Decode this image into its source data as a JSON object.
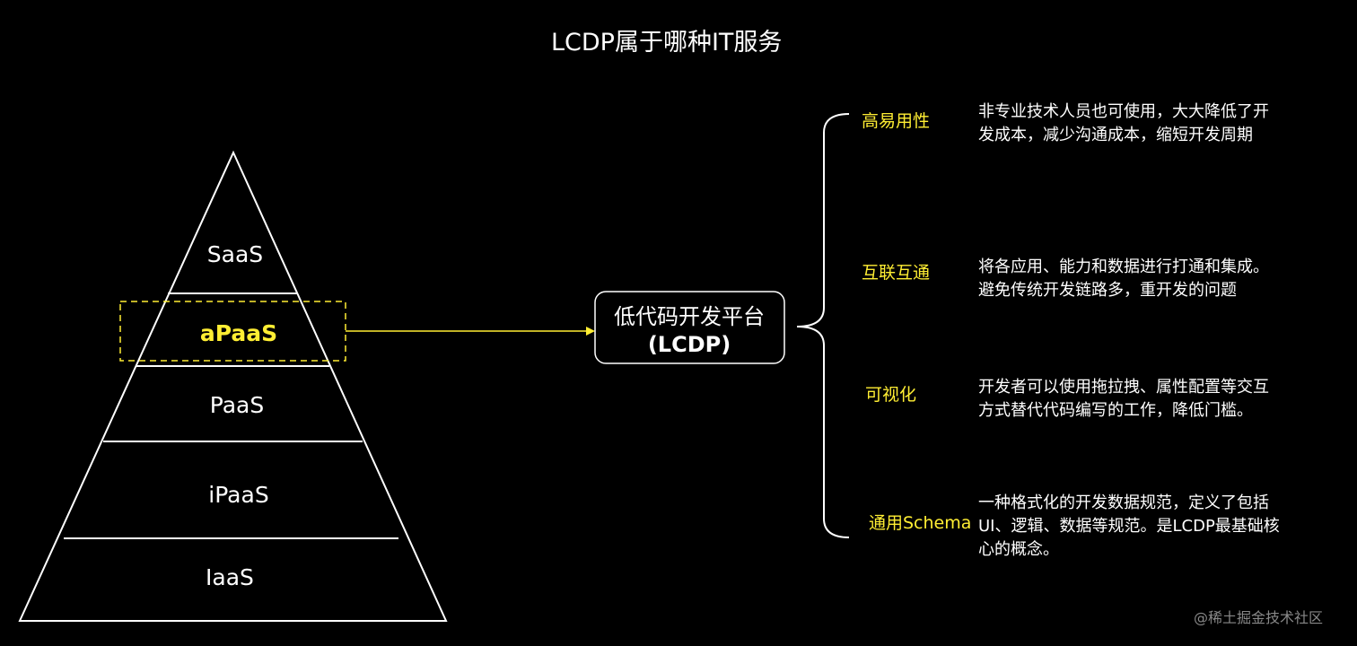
{
  "title": "LCDP属于哪种IT服务",
  "pyramid": {
    "tiers": [
      "SaaS",
      "aPaaS",
      "PaaS",
      "iPaaS",
      "IaaS"
    ],
    "highlighted": "aPaaS"
  },
  "center_box": {
    "line1": "低代码开发平台",
    "line2": "(LCDP)"
  },
  "features": [
    {
      "name": "高易用性",
      "desc": [
        "非专业技术人员也可使用，大大降低了开",
        "发成本，减少沟通成本，缩短开发周期"
      ]
    },
    {
      "name": "互联互通",
      "desc": [
        "将各应用、能力和数据进行打通和集成。",
        "避免传统开发链路多，重开发的问题"
      ]
    },
    {
      "name": "可视化",
      "desc": [
        "开发者可以使用拖拉拽、属性配置等交互",
        "方式替代代码编写的工作，降低门槛。"
      ]
    },
    {
      "name": "通用Schema",
      "desc": [
        "一种格式化的开发数据规范，定义了包括",
        "UI、逻辑、数据等规范。是LCDP最基础核",
        "心的概念。"
      ]
    }
  ],
  "watermark": "@稀土掘金技术社区",
  "colors": {
    "background": "#000000",
    "highlight": "#ffee33",
    "line": "#ffffff"
  }
}
